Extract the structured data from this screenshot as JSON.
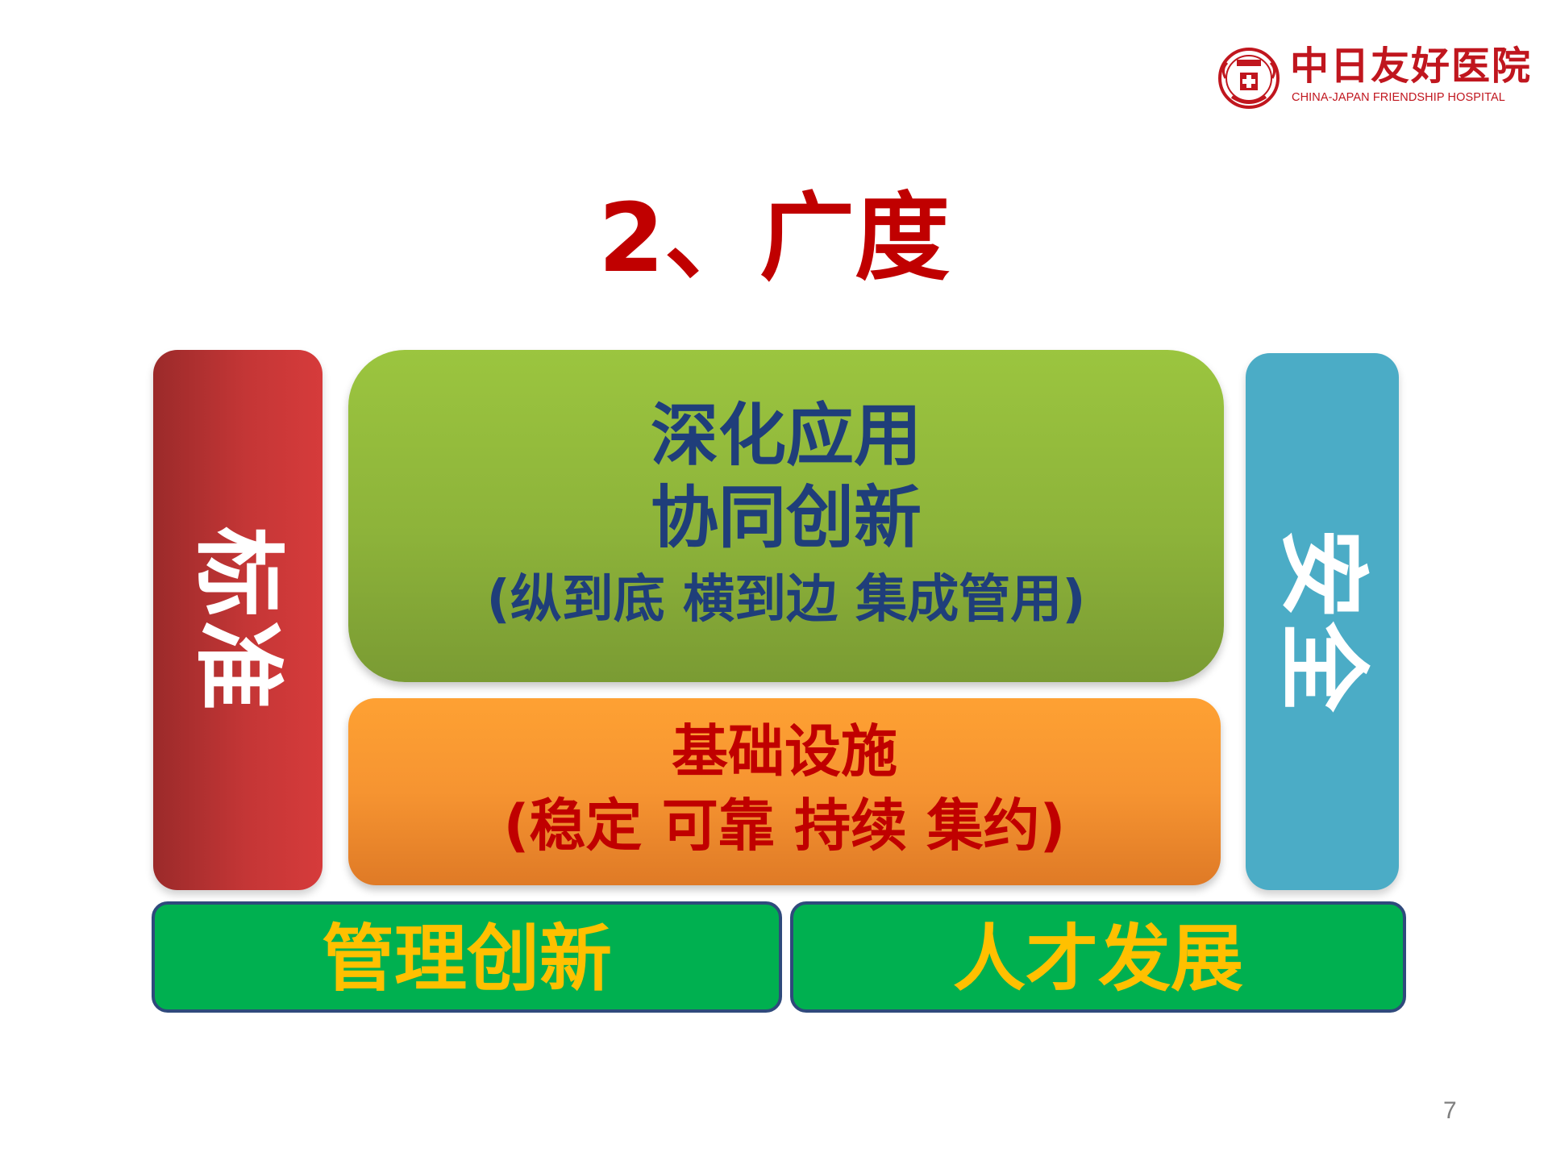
{
  "logo": {
    "name_cn": "中日友好医院",
    "name_en": "CHINA-JAPAN FRIENDSHIP HOSPITAL",
    "seal_text": "中日友好医院",
    "color": "#c0161e"
  },
  "title": "2、广度",
  "pillars": {
    "left": "标准",
    "right": "安全"
  },
  "application": {
    "line1": "深化应用",
    "line2": "协同创新",
    "line3": "(纵到底 横到边 集成管用)"
  },
  "infrastructure": {
    "line1": "基础设施",
    "line2": "(稳定 可靠 持续 集约)"
  },
  "foundation": {
    "left": "管理创新",
    "right": "人才发展"
  },
  "page_number": "7",
  "colors": {
    "title": "#c00000",
    "standard_pillar": "#c43636",
    "security_pillar": "#4bacc6",
    "application_block": "#8db33a",
    "infrastructure_block": "#f69431",
    "foundation_block": "#00b050",
    "foundation_text": "#ffc000",
    "application_text": "#1f3e7a"
  }
}
